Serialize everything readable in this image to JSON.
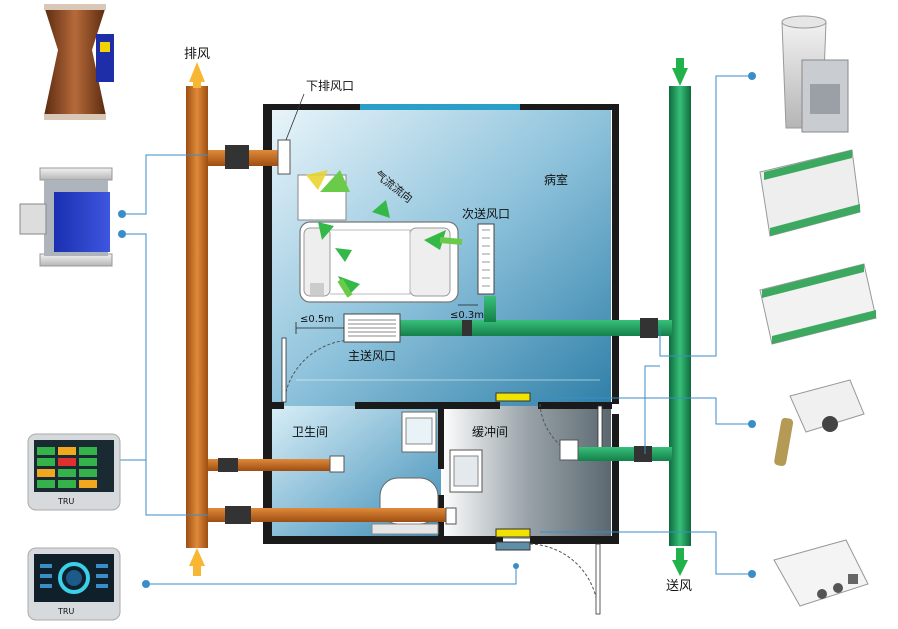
{
  "labels": {
    "exhaust": "排风",
    "supply": "送风",
    "lower_exhaust_vent": "下排风口",
    "airflow_direction": "气流流向",
    "ward": "病室",
    "secondary_supply_vent": "次送风口",
    "main_supply_vent": "主送风口",
    "dist_left": "≤0.5m",
    "dist_right": "≤0.3m",
    "toilet": "卫生间",
    "buffer_room": "缓冲间"
  },
  "panel_brand": "TRU",
  "colors": {
    "exhaust_duct": "#c46a1c",
    "supply_duct": "#1f9a5a",
    "arrow": "#f7b733",
    "supply_arrow": "#22b24c",
    "room_fill": "#7fb8d6",
    "connector": "#3a8ec7",
    "sensor_bar": "#f2e200"
  }
}
